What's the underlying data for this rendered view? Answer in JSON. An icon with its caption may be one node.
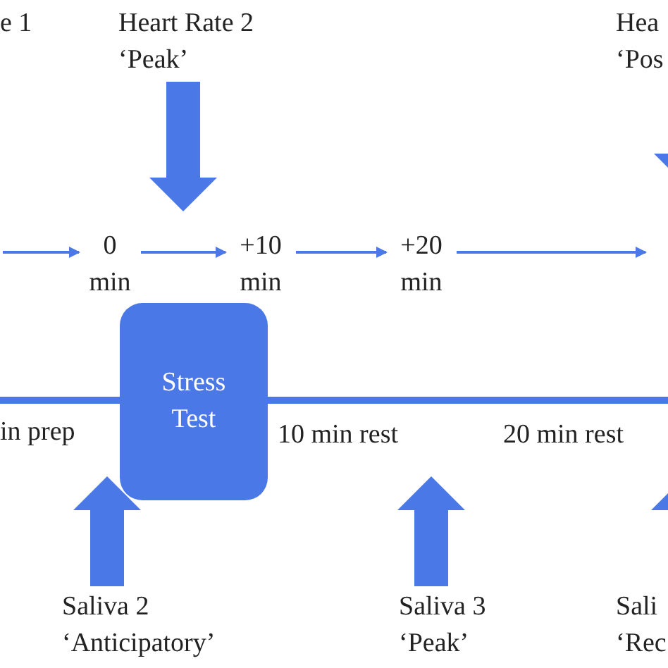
{
  "diagram": {
    "nodes": [
      {
        "text": [
          "Heart Rate 2",
          "‘Peak’"
        ]
      },
      {
        "text": [
          "0 min"
        ]
      },
      {
        "text": [
          "+10 min"
        ]
      },
      {
        "text": [
          "+20 min"
        ]
      },
      {
        "text": [
          "Stress Test"
        ]
      },
      {
        "text": [
          "Saliva 2",
          "‘Anticipatory’"
        ]
      },
      {
        "text": [
          "Saliva 3",
          "‘Peak’"
        ]
      },
      {
        "text": [
          "Hea",
          "‘Pos"
        ]
      },
      {
        "text": [
          "Sali",
          "‘Rec"
        ]
      }
    ],
    "edges": [
      {
        "from": null,
        "to": 1,
        "arrow": "to"
      },
      {
        "from": 1,
        "to": 2,
        "arrow": "to"
      },
      {
        "from": 2,
        "to": 3,
        "arrow": "to"
      },
      {
        "from": 3,
        "to": null,
        "arrow": "to"
      },
      {
        "from": 0,
        "to": null,
        "arrow": "to",
        "style": "thick"
      },
      {
        "from": 7,
        "to": null,
        "arrow": "to",
        "style": "thick"
      },
      {
        "from": 5,
        "to": null,
        "arrow": "to",
        "style": "thick"
      },
      {
        "from": 6,
        "to": null,
        "arrow": "to",
        "style": "thick"
      },
      {
        "from": 8,
        "to": null,
        "arrow": "to",
        "style": "thick"
      }
    ],
    "labels": [
      "e 1",
      "in prep",
      "10 min rest",
      "20 min rest"
    ]
  }
}
